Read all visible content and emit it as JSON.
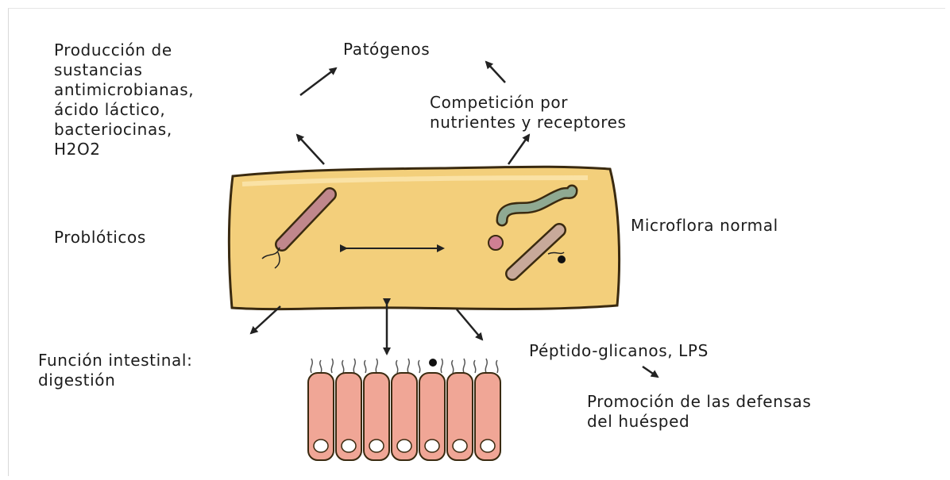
{
  "labels": {
    "pathogens": "Patógenos",
    "production": "Producción de\nsustancias\nantimicrobianas,\nácido láctico,\nbacteriocinas,\nH2O2",
    "competition": "Competición por\nnutrientes y receptores",
    "probiotics": "Problóticos",
    "microflora": "Microflora normal",
    "intestinal_function": "Función intestinal:\ndigestión",
    "peptidoglycans": "Péptido-glicanos, LPS",
    "host_defense": "Promoción de las defensas\ndel huésped"
  },
  "colors": {
    "lumen_fill": "#f3cf7b",
    "lumen_stroke": "#3a2a10",
    "probiotic_rod": "#c0878c",
    "microflora_rod": "#c8a99a",
    "spiral": "#8fa992",
    "coccus": "#cf7f93",
    "epithelial_cell": "#f0a696",
    "arrow": "#222222"
  },
  "icons": {
    "probiotic_bacterium": "rod-bacterium-with-flagellum",
    "microflora_bacteria": "rod-spiral-coccus-bacteria",
    "epithelium": "intestinal-epithelial-cells-with-microvilli"
  }
}
